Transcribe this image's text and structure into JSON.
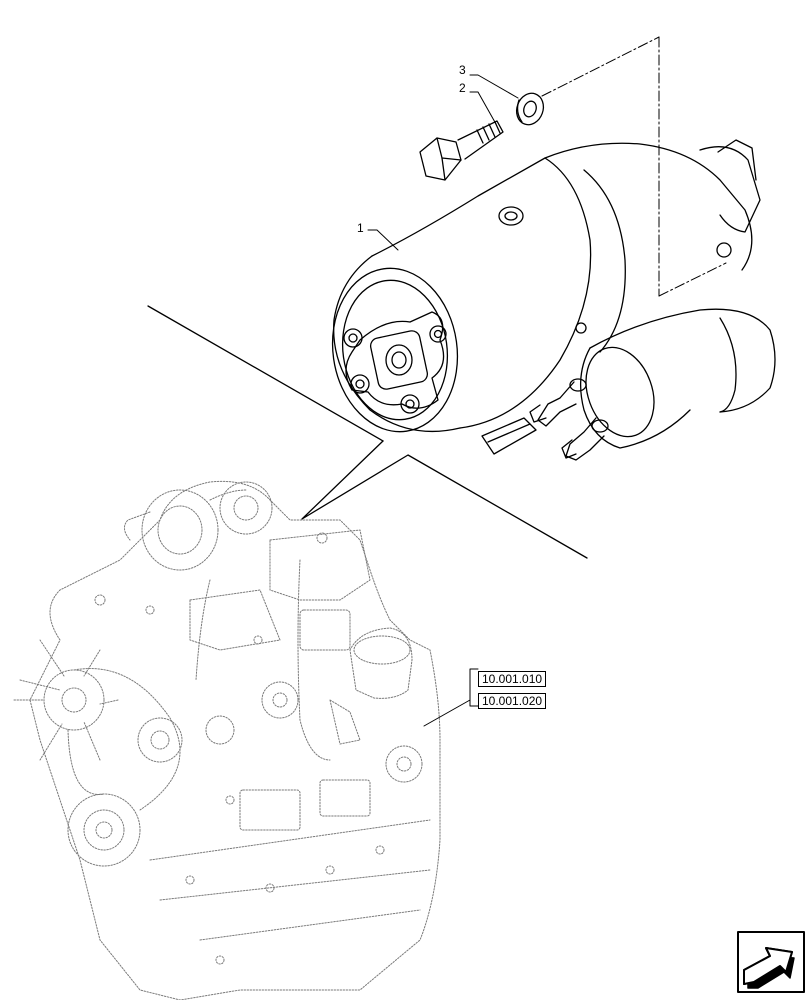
{
  "callouts": [
    {
      "id": "1",
      "label": "1"
    },
    {
      "id": "2",
      "label": "2"
    },
    {
      "id": "3",
      "label": "3"
    }
  ],
  "references": [
    {
      "label": "10.001.010"
    },
    {
      "label": "10.001.020"
    }
  ],
  "navigation": {
    "icon": "next-page-arrow-icon"
  },
  "colors": {
    "line": "#000000",
    "background": "#ffffff",
    "ghost": "#7a7a7a"
  }
}
